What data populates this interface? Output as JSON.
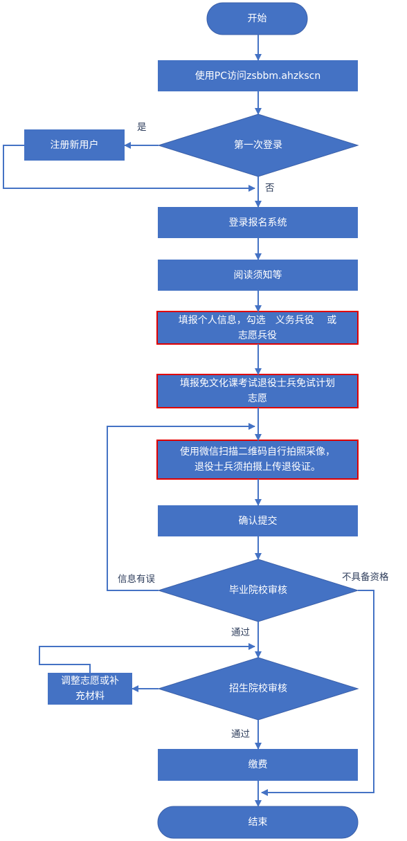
{
  "nodes": {
    "start": "开始",
    "visit": "使用PC访问zsbbm.ahzkscn",
    "first_login": "第一次登录",
    "register": "注册新用户",
    "login": "登录报名系统",
    "read": "阅读须知等",
    "fill_info_line1": "填报个人信息，勾选　义务兵役　 或",
    "fill_info_line2": "志愿兵役",
    "fill_plan_line1": "填报免文化课考试退役士兵免试计划",
    "fill_plan_line2": "志愿",
    "scan_line1": "使用微信扫描二维码自行拍照采像，",
    "scan_line2": "退役士兵须拍摄上传退役证。",
    "confirm": "确认提交",
    "school_review": "毕业院校审核",
    "adjust_line1": "调整志愿或补",
    "adjust_line2": "充材料",
    "admission_review": "招生院校审核",
    "pay": "缴费",
    "end": "结束"
  },
  "edges": {
    "yes": "是",
    "no": "否",
    "info_error": "信息有误",
    "not_qualified": "不具备资格",
    "pass1": "通过",
    "pass2": "通过"
  },
  "colors": {
    "box_fill": "#4472C4",
    "highlight_border": "#E00000",
    "line": "#4472C4",
    "text": "#ffffff"
  }
}
